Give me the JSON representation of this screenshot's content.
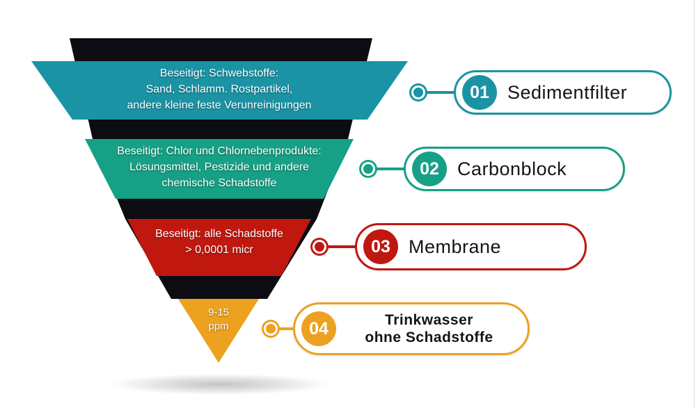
{
  "diagram": {
    "funnel_color": "#0c0c12",
    "stages": [
      {
        "number": "01",
        "label_lines": [
          "Sedimentfilter"
        ],
        "band_lines": [
          "Beseitigt: Schwebstoffe:",
          "Sand, Schlamm. Rostpartikel,",
          "andere kleine feste Verunreinigungen"
        ],
        "color": "#1a93a4"
      },
      {
        "number": "02",
        "label_lines": [
          "Carbonblock"
        ],
        "band_lines": [
          "Beseitigt: Chlor und Chlornebenprodukte:",
          "Lösungsmittel, Pestizide und andere",
          "chemische Schadstoffe"
        ],
        "color": "#16a085"
      },
      {
        "number": "03",
        "label_lines": [
          "Membrane"
        ],
        "band_lines": [
          "Beseitigt: alle Schadstoffe",
          "> 0,0001 micr"
        ],
        "color": "#c0180f"
      },
      {
        "number": "04",
        "label_lines": [
          "Trinkwasser",
          "ohne Schadstoffe"
        ],
        "band_lines": [
          "9-15",
          "ppm"
        ],
        "color": "#eca120"
      }
    ]
  }
}
